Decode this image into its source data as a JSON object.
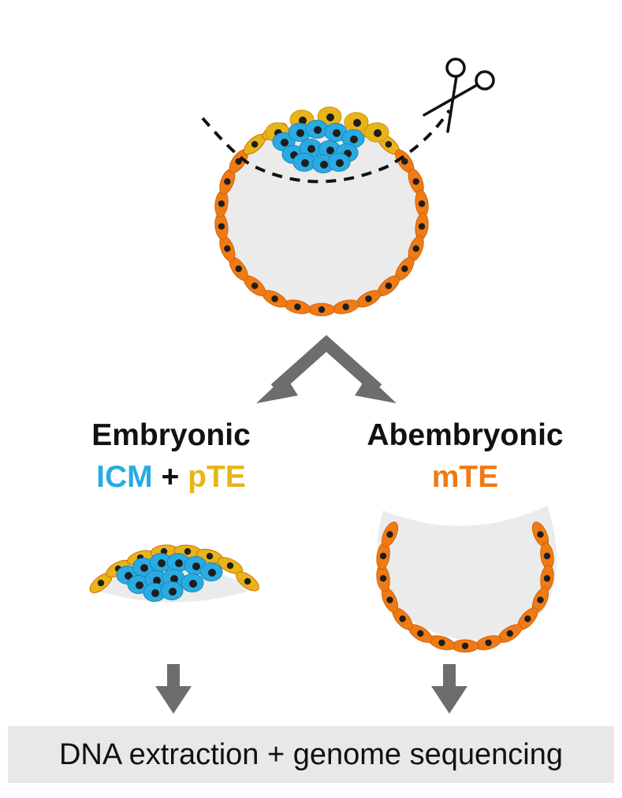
{
  "left": {
    "title": "Embryonic",
    "sub_a": "ICM",
    "sub_sep": "+",
    "sub_b": "pTE"
  },
  "right": {
    "title": "Abembryonic",
    "sub": "mTE"
  },
  "footer": {
    "text": "DNA extraction + genome sequencing"
  },
  "colors": {
    "icm": "#29abe2",
    "pte": "#e8b417",
    "mte": "#f07a14",
    "nucleus": "#1e1e1e",
    "cavity": "#ebebeb",
    "arrow": "#6d6d6d",
    "text": "#111111",
    "footer_bg": "#e8e8e8"
  },
  "icons": [
    "scissors-icon",
    "cut-line",
    "arrow-icon"
  ]
}
